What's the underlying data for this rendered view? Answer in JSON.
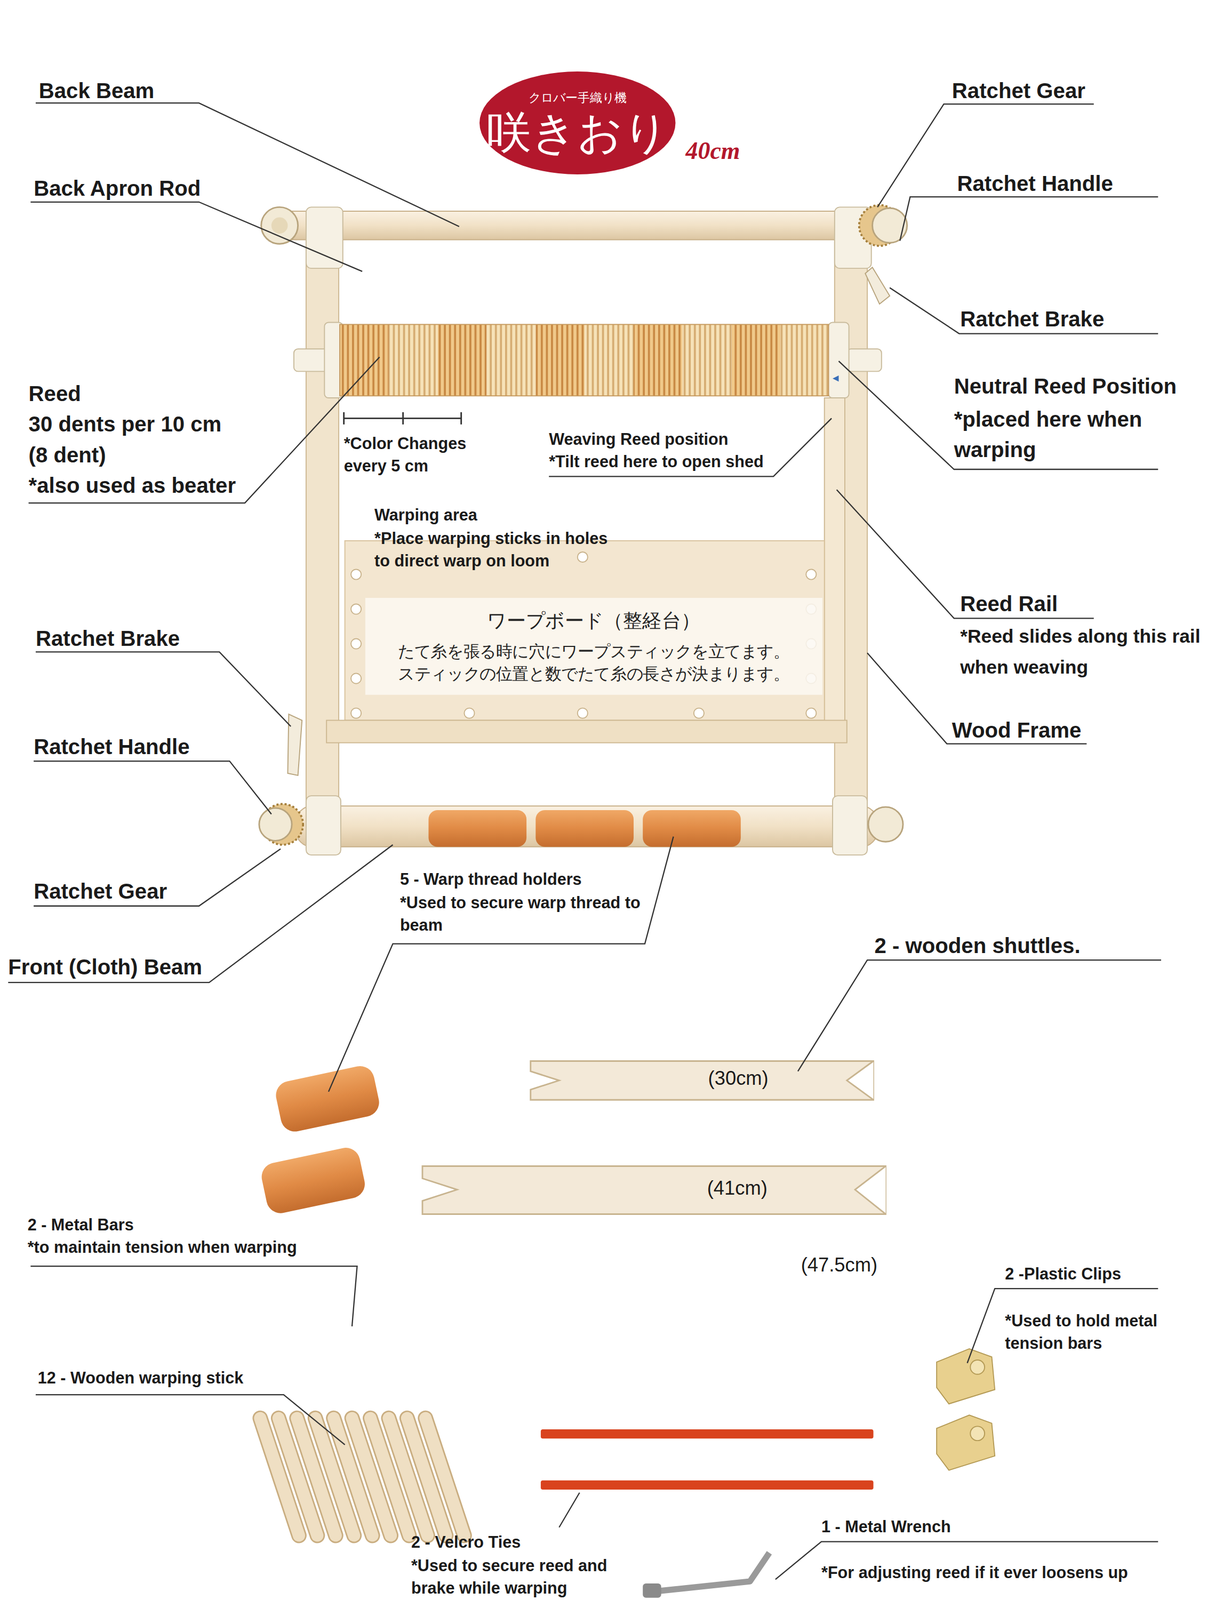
{
  "diagram": {
    "nodes": [
      {
        "text": [
          "クロバー手織り機",
          "咲きおり"
        ]
      },
      {
        "text": [
          "ワープボード（整経台）",
          "たて糸を張る時に穴にワープスティックを立てます。 スティックの位置と数でたて糸の長さが決まります。"
        ]
      }
    ],
    "labels": [
      "Back Beam",
      "Ratchet Gear",
      "40cm",
      "Ratchet Handle",
      "Back Apron Rod",
      "Ratchet Brake",
      "Reed",
      "30 dents per 10 cm",
      "(8 dent)",
      "*also used as beater",
      "Neutral Reed Position",
      "*placed here when warping",
      "*Color Changes every 5 cm",
      "Weaving Reed position",
      "*Tilt reed here to open shed",
      "Warping area",
      "*Place warping sticks in holes to direct warp on loom",
      "Reed Rail",
      "*Reed slides along this rail when weaving",
      "Ratchet Brake",
      "Wood Frame",
      "Ratchet Handle",
      "Ratchet Gear",
      "Front (Cloth) Beam",
      "5 - Warp thread holders",
      "*Used to secure warp thread to beam",
      "2 - wooden shuttles.",
      "(30cm)",
      "(41cm)",
      "2 - Metal Bars",
      "*to maintain tension when warping",
      "(47.5cm)",
      "2 -Plastic Clips",
      "*Used to hold metal tension bars",
      "12 - Wooden warping stick",
      "2 - Velcro Ties",
      "*Used to secure reed and brake while warping",
      "1 - Metal Wrench",
      "*For adjusting reed if it ever loosens up"
    ]
  }
}
